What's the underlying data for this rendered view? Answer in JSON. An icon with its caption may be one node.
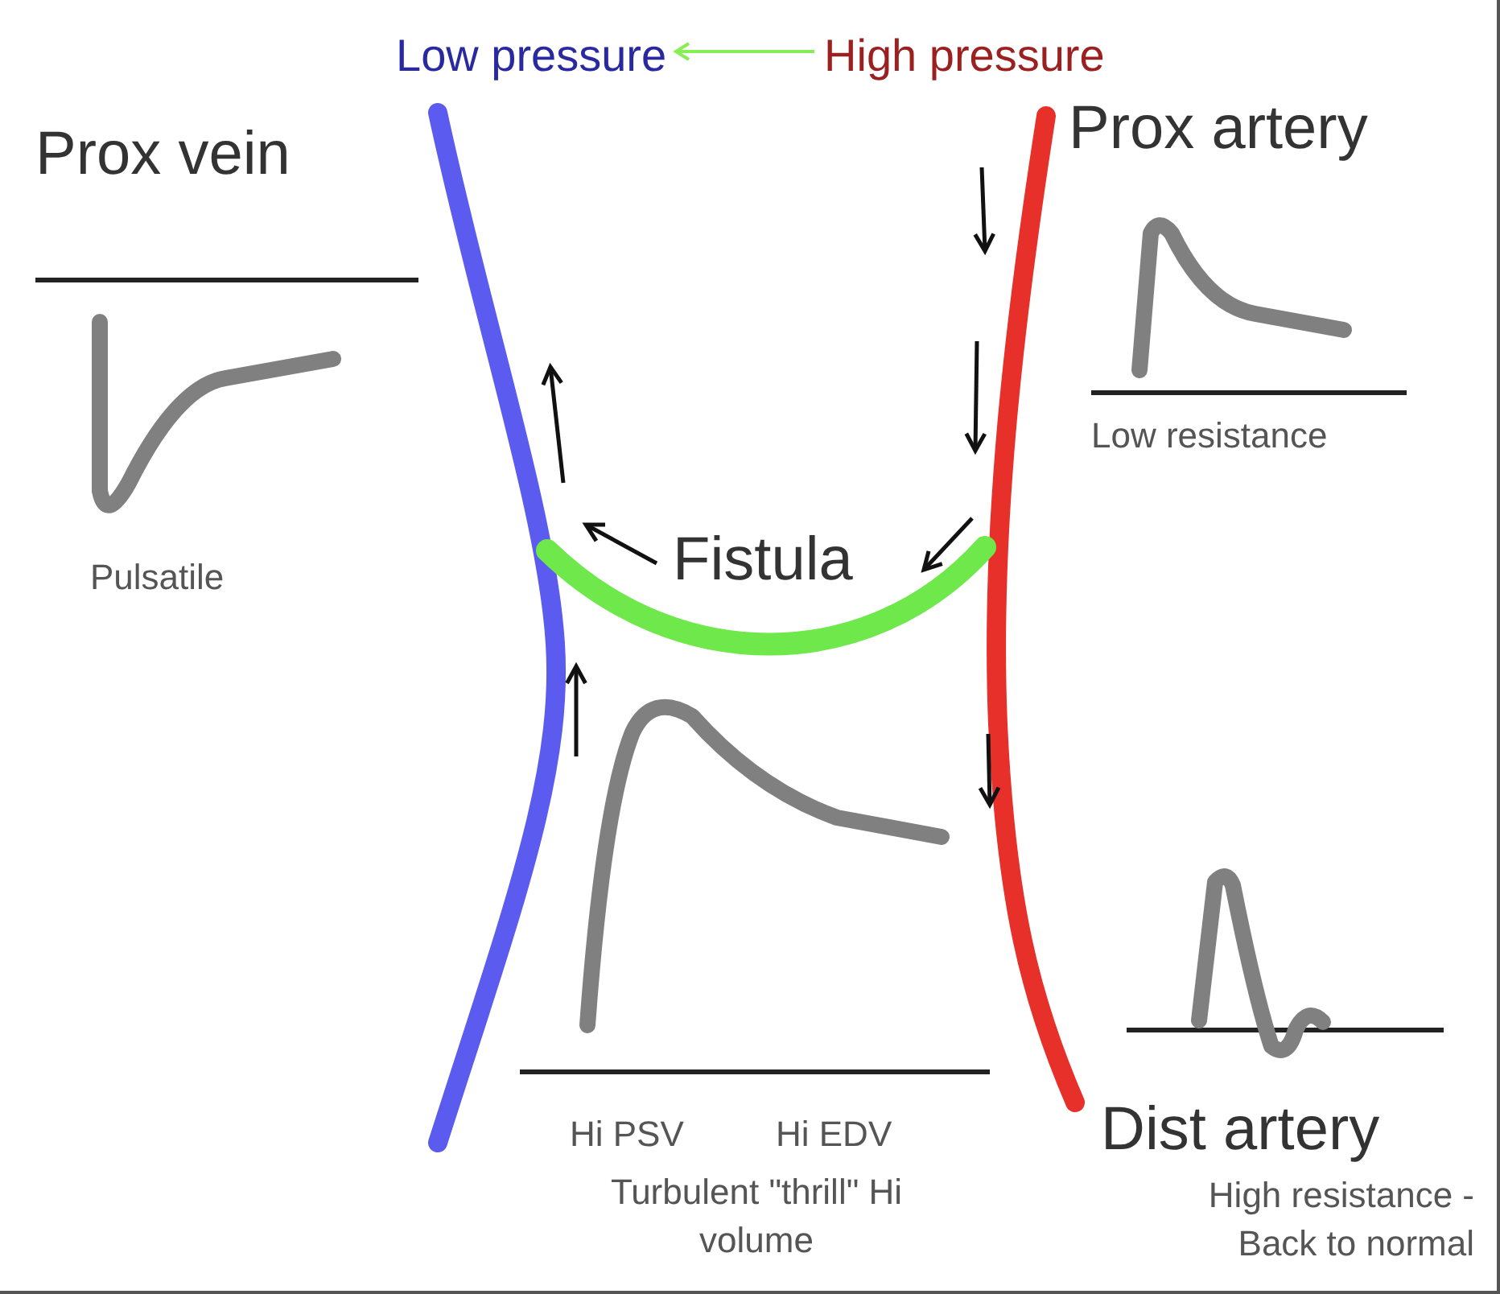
{
  "diagram": {
    "nodes": [
      {
        "text": [
          "Low pressure"
        ]
      },
      {
        "text": [
          "High pressure"
        ]
      }
    ],
    "edges": [
      {
        "from": 1,
        "to": 0,
        "arrow": "to",
        "color": "#88ee55"
      }
    ],
    "labels": [
      "Prox vein",
      "Prox artery",
      "Pulsatile",
      "Low resistance",
      "Fistula",
      "Hi PSV",
      "Hi EDV",
      "Turbulent \"thrill\" Hi volume",
      "Dist artery",
      "High resistance - Back to normal"
    ]
  }
}
